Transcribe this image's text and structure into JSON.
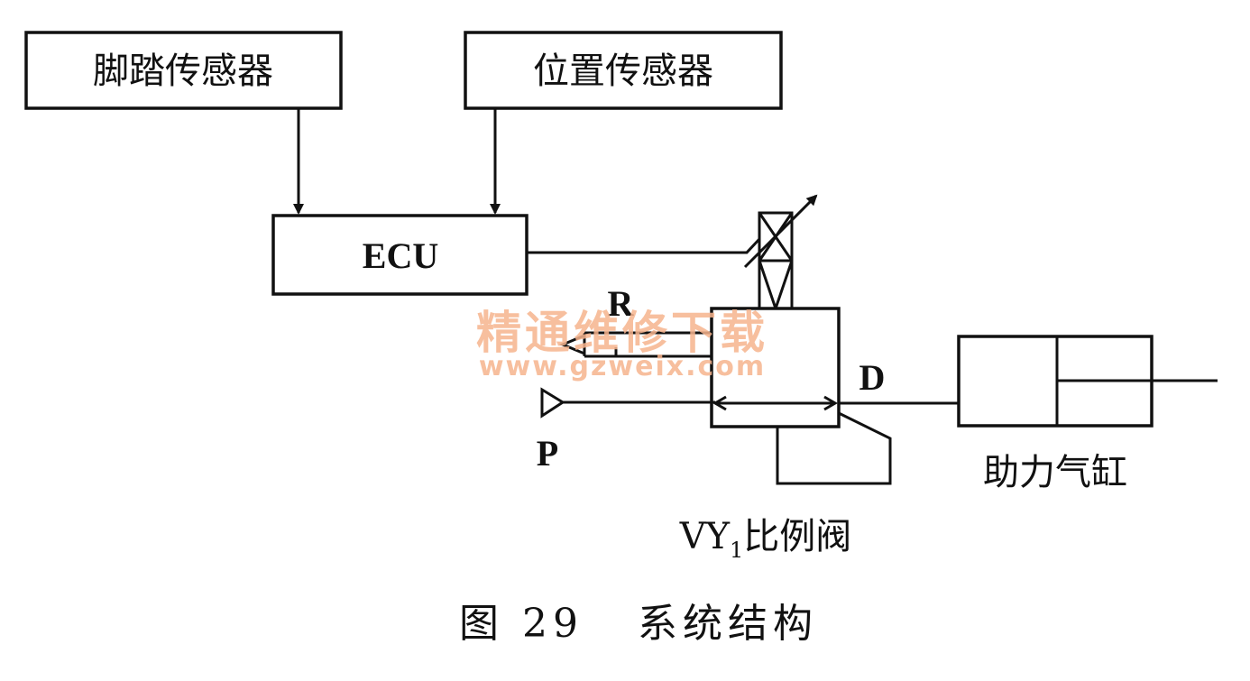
{
  "blocks": {
    "pedal_sensor": "脚踏传感器",
    "position_sensor": "位置传感器",
    "ecu": "ECU",
    "cylinder": "助力气缸"
  },
  "ports": {
    "r": "R",
    "p": "P",
    "d": "D"
  },
  "valve": {
    "prefix": "VY",
    "subscript": "1",
    "suffix": "比例阀"
  },
  "caption": "图 29   系统结构",
  "watermark": {
    "line1": "精通维修下载",
    "line2": "www.gzweix.com",
    "color": "#f6b48e"
  }
}
